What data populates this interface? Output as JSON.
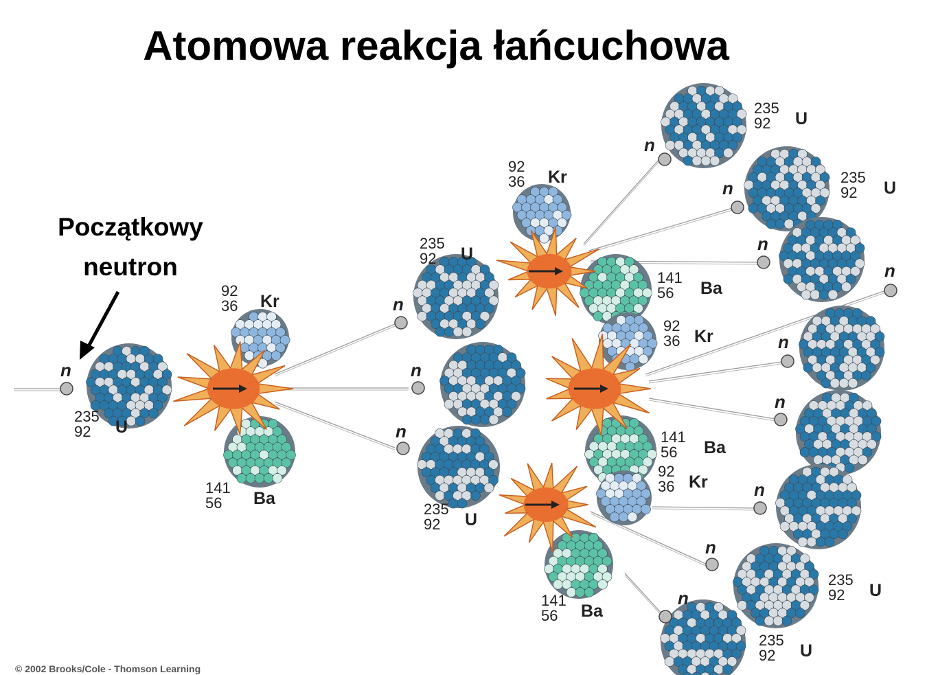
{
  "title": "Atomowa reakcja łańcuchowa",
  "callout": {
    "line1": "Początkowy",
    "line2": "neutron"
  },
  "copyright": "© 2002 Brooks/Cole - Thomson Learning",
  "neutron_symbol": "n",
  "isotopes": {
    "U": {
      "mass": "235",
      "z": "92",
      "symbol": "U"
    },
    "Kr": {
      "mass": "92",
      "z": "36",
      "symbol": "Kr"
    },
    "Ba": {
      "mass": "141",
      "z": "56",
      "symbol": "Ba"
    }
  },
  "colors": {
    "uranium_dark": "#2a78a8",
    "uranium_light": "#d8dde2",
    "krypton": "#8fb6de",
    "barium": "#5cc2a6",
    "explosion_outer": "#f0b05a",
    "explosion_inner": "#e8642a",
    "neutron": "#bdbdbd"
  }
}
